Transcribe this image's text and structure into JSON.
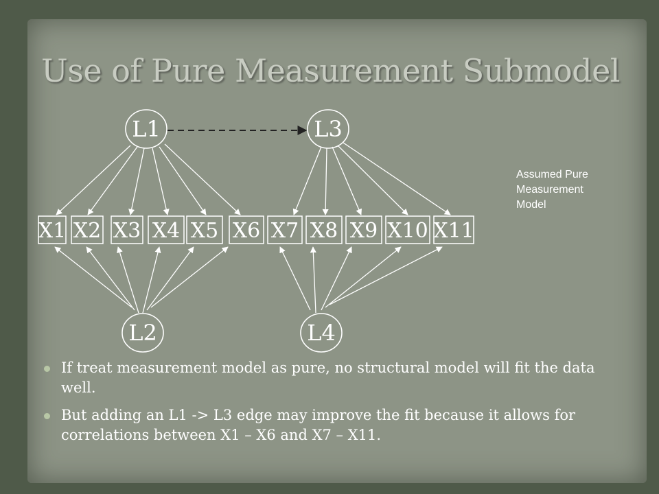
{
  "title": "Use of Pure Measurement Submodel",
  "latents": {
    "l1": "L1",
    "l2": "L2",
    "l3": "L3",
    "l4": "L4"
  },
  "indicators": [
    "X1",
    "X2",
    "X3",
    "X4",
    "X5",
    "X6",
    "X7",
    "X8",
    "X9",
    "X10",
    "X11"
  ],
  "side_note": [
    "Assumed Pure",
    "Measurement",
    "Model"
  ],
  "bullets": [
    "If treat measurement model as pure, no structural model will fit the data well.",
    "But adding an L1 -> L3 edge may improve the fit because it allows for correlations between X1 – X6 and X7 – X11."
  ],
  "colors": {
    "background": "#5f6a58",
    "panel": "#8d9486",
    "text": "#ffffff",
    "title": "#c8ccc2",
    "bullet": "#b8c7a6"
  }
}
